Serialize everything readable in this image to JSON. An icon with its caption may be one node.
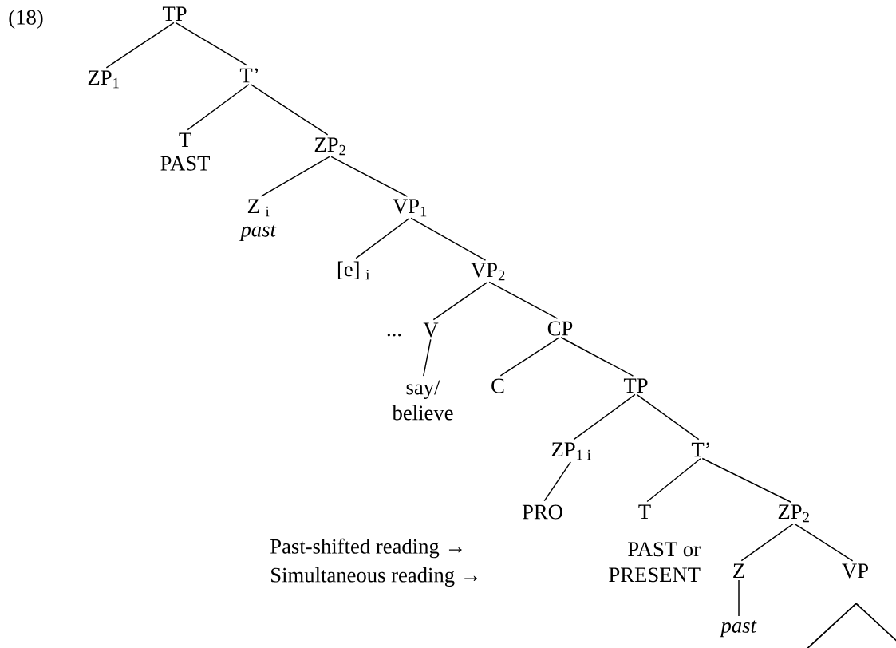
{
  "diagram": {
    "nodes": [
      {
        "text": [
          "TP"
        ]
      },
      {
        "text": [
          "ZP$_{1}$"
        ]
      },
      {
        "text": [
          "T’"
        ]
      },
      {
        "text": [
          "T",
          "PAST"
        ]
      },
      {
        "text": [
          "ZP$_{2}$"
        ]
      },
      {
        "text": [
          "Z $_{i}$",
          "*past*"
        ]
      },
      {
        "text": [
          "VP$_{1}$"
        ]
      },
      {
        "text": [
          "[e] $_{i}$"
        ]
      },
      {
        "text": [
          "VP$_{2}$"
        ]
      },
      {
        "text": [
          "V"
        ]
      },
      {
        "text": [
          "CP"
        ]
      },
      {
        "text": [
          "say/ believe"
        ]
      },
      {
        "text": [
          "C"
        ]
      },
      {
        "text": [
          "TP"
        ]
      },
      {
        "text": [
          "ZP$_{1 i}$"
        ]
      },
      {
        "text": [
          "T’"
        ]
      },
      {
        "text": [
          "PRO"
        ]
      },
      {
        "text": [
          "T",
          "PAST or PRESENT"
        ]
      },
      {
        "text": [
          "ZP$_{2}$"
        ]
      },
      {
        "text": [
          "Z"
        ]
      },
      {
        "text": [
          "VP"
        ]
      },
      {
        "text": [
          "*past*"
        ]
      },
      {
        "text": [],
        "shape": "triangle"
      }
    ],
    "edges": [
      {
        "from": 0,
        "to": 1,
        "arrow": "none"
      },
      {
        "from": 0,
        "to": 2,
        "arrow": "none"
      },
      {
        "from": 2,
        "to": 3,
        "arrow": "none"
      },
      {
        "from": 2,
        "to": 4,
        "arrow": "none"
      },
      {
        "from": 4,
        "to": 5,
        "arrow": "none"
      },
      {
        "from": 4,
        "to": 6,
        "arrow": "none"
      },
      {
        "from": 6,
        "to": 7,
        "arrow": "none"
      },
      {
        "from": 6,
        "to": 8,
        "arrow": "none"
      },
      {
        "from": 8,
        "to": 9,
        "arrow": "none"
      },
      {
        "from": 8,
        "to": 10,
        "arrow": "none"
      },
      {
        "from": 9,
        "to": 11,
        "arrow": "none"
      },
      {
        "from": 10,
        "to": 12,
        "arrow": "none"
      },
      {
        "from": 10,
        "to": 13,
        "arrow": "none"
      },
      {
        "from": 13,
        "to": 14,
        "arrow": "none"
      },
      {
        "from": 13,
        "to": 15,
        "arrow": "none"
      },
      {
        "from": 14,
        "to": 16,
        "arrow": "none"
      },
      {
        "from": 15,
        "to": 17,
        "arrow": "none"
      },
      {
        "from": 15,
        "to": 18,
        "arrow": "none"
      },
      {
        "from": 18,
        "to": 19,
        "arrow": "none"
      },
      {
        "from": 18,
        "to": 20,
        "arrow": "none"
      },
      {
        "from": 19,
        "to": 21,
        "arrow": "none"
      }
    ],
    "labels": [
      "(18)",
      "...",
      "Past-shifted reading →",
      "Simultaneous reading →"
    ]
  }
}
